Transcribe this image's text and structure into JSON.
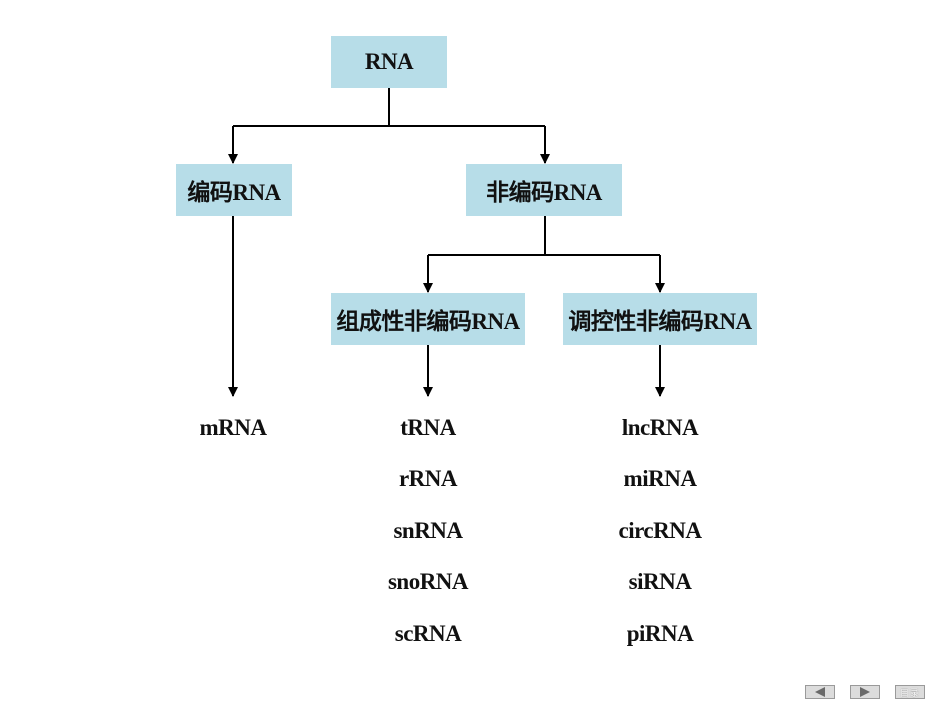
{
  "nodes": {
    "root": "RNA",
    "coding": "编码RNA",
    "noncoding": "非编码RNA",
    "constitutive": "组成性非编码RNA",
    "regulatory": "调控性非编码RNA"
  },
  "leaves": {
    "coding": [
      "mRNA"
    ],
    "constitutive": [
      "tRNA",
      "rRNA",
      "snRNA",
      "snoRNA",
      "scRNA"
    ],
    "regulatory": [
      "lncRNA",
      "miRNA",
      "circRNA",
      "siRNA",
      "piRNA"
    ]
  },
  "nav": {
    "prev_icon": "triangle-left-icon",
    "next_icon": "triangle-right-icon",
    "contents_label": "目录"
  },
  "colors": {
    "box_fill": "#b7dde8",
    "line": "#000000",
    "nav_button": "#dcdcdc"
  }
}
